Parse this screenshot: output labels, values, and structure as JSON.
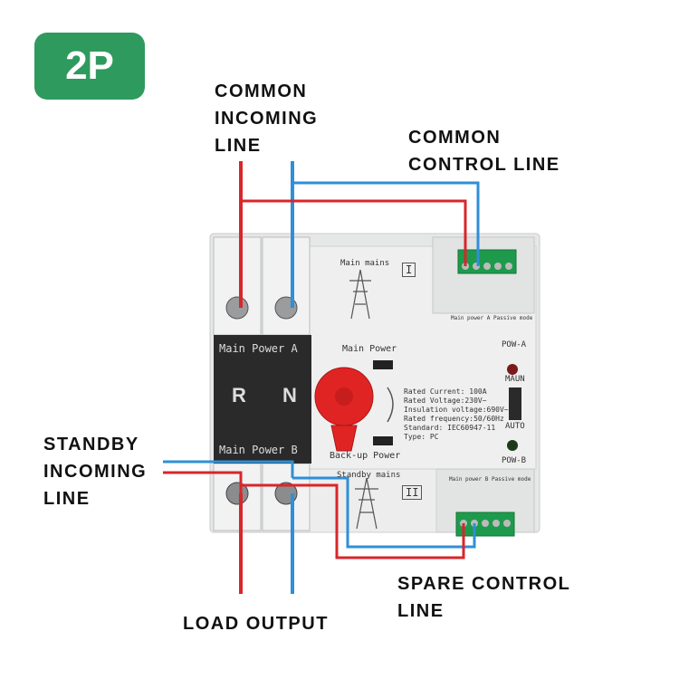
{
  "badge": {
    "text": "2P",
    "color": "#2e9a5e"
  },
  "labels": {
    "common_incoming": "COMMON\nINCOMING\nLINE",
    "common_control": "COMMON\nCONTROL LINE",
    "standby_incoming": "STANDBY\nINCOMING\nLINE",
    "load_output": "LOAD OUTPUT",
    "spare_control": "SPARE CONTROL\nLINE"
  },
  "device": {
    "main_mains": "Main mains",
    "main_mains_roman": "I",
    "standby_mains": "Standby mains",
    "standby_mains_roman": "II",
    "main_power_a": "Main Power A",
    "main_power_b": "Main Power B",
    "pole_r": "R",
    "pole_n": "N",
    "main_power": "Main Power",
    "backup_power": "Back-up Power",
    "pow_a": "POW-A",
    "pow_b": "POW-B",
    "maun": "MAUN",
    "auto": "AUTO",
    "terminal_top_caption": "Main power A Passive mode",
    "terminal_bottom_caption": "Main power B Passive mode",
    "specs": [
      "Rated Current: 100A",
      "Rated Voltage:230V~",
      "Insulation voltage:690V~",
      "Rated frequency:50/60Hz",
      "Standard: IEC60947-11",
      "Type: PC"
    ]
  },
  "colors": {
    "red_wire": "#d8262b",
    "blue_wire": "#2f8fd8",
    "housing": "#e9eaea",
    "terminal_green": "#1e9a4c",
    "handle": "#e02424"
  }
}
